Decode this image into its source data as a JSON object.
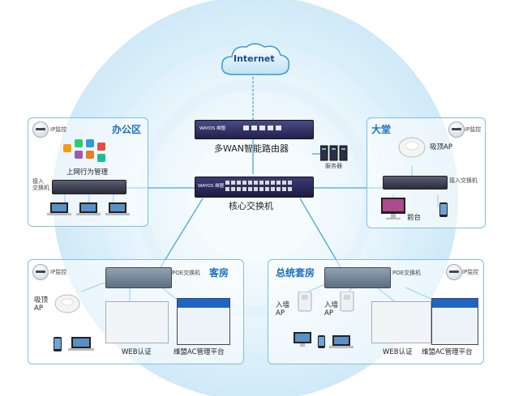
{
  "internet": "Internet",
  "router": {
    "label": "多WAN智能路由器",
    "brand": "WAYOS 维盟"
  },
  "core_switch": {
    "label": "核心交换机",
    "brand": "WAYOS 维盟"
  },
  "servers": "服务器",
  "ip_monitor": "IP监控",
  "office": {
    "title": "办公区",
    "behavior": "上网行为管理",
    "switch": "接入\n交换机"
  },
  "lobby": {
    "title": "大堂",
    "ceiling_ap": "吸顶AP",
    "switch": "接入交换机",
    "front_desk": "前台"
  },
  "guestroom": {
    "title": "客房",
    "poe": "POE交换机",
    "ceiling_ap": "吸顶\nAP",
    "web": "WEB认证",
    "ac": "维盟AC管理平台"
  },
  "suite": {
    "title": "总统套房",
    "poe": "POE交换机",
    "wall_ap": "入墙\nAP",
    "web": "WEB认证",
    "ac": "维盟AC管理平台"
  },
  "colors": {
    "line": "#48a8d8",
    "accent": "#1a6fc0"
  }
}
